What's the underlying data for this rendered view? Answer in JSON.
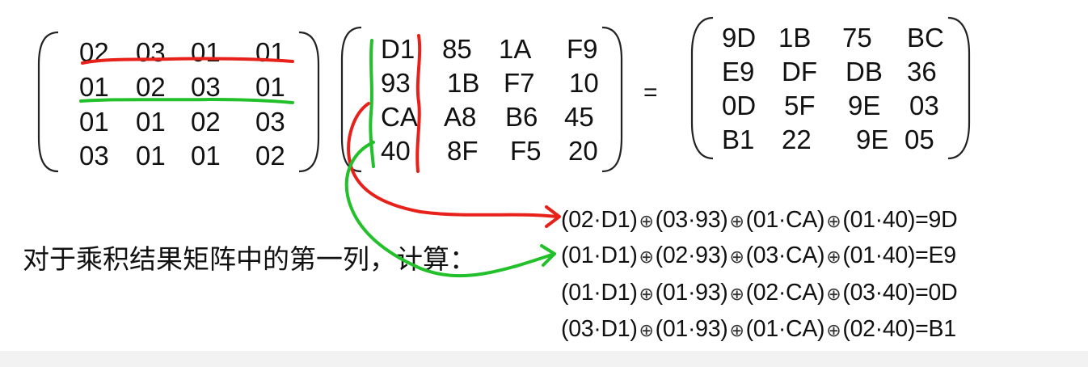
{
  "matrix_a": [
    [
      "02",
      "03",
      "01",
      "01"
    ],
    [
      "01",
      "02",
      "03",
      "01"
    ],
    [
      "01",
      "01",
      "02",
      "03"
    ],
    [
      "03",
      "01",
      "01",
      "02"
    ]
  ],
  "matrix_b": [
    [
      "D1",
      "85",
      "1A",
      "F9"
    ],
    [
      "93",
      "1B",
      "F7",
      "10"
    ],
    [
      "CA",
      "A8",
      "B6",
      "45"
    ],
    [
      "40",
      "8F",
      "F5",
      "20"
    ]
  ],
  "equals": "=",
  "matrix_c": [
    [
      "9D",
      "1B",
      "75",
      "BC"
    ],
    [
      "E9",
      "DF",
      "DB",
      "36"
    ],
    [
      "0D",
      "5F",
      "9E",
      "03"
    ],
    [
      "B1",
      "22",
      "9E",
      "05"
    ]
  ],
  "caption": "对于乘积结果矩阵中的第一列，计算：",
  "xor_symbol": "⊕",
  "equations": [
    {
      "terms": [
        "(02·D1)",
        "(03·93)",
        "(01·CA)",
        "(01·40)"
      ],
      "result": "=9D"
    },
    {
      "terms": [
        "(01·D1)",
        "(02·93)",
        "(03·CA)",
        "(01·40)"
      ],
      "result": "=E9"
    },
    {
      "terms": [
        "(01·D1)",
        "(01·93)",
        "(02·CA)",
        "(03·40)"
      ],
      "result": "=0D"
    },
    {
      "terms": [
        "(03·D1)",
        "(01·93)",
        "(01·CA)",
        "(02·40)"
      ],
      "result": "=B1"
    }
  ],
  "colors": {
    "red_annotation": "#e8201a",
    "green_annotation": "#22c02a",
    "text": "#111111"
  }
}
